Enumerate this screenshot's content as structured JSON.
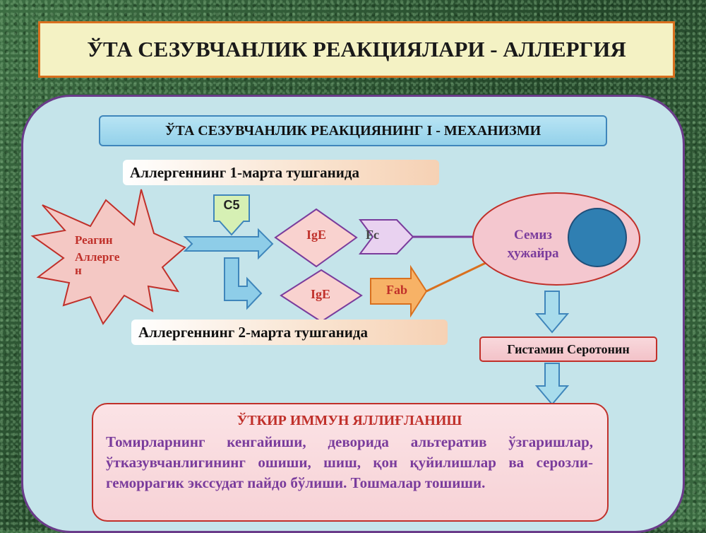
{
  "title": "ЎТА СЕЗУВЧАНЛИК РЕАКЦИЯЛАРИ - АЛЛЕРГИЯ",
  "subtitle": "ЎТА  СЕЗУВЧАНЛИК  РЕАКЦИЯНИНГ  I - МЕХАНИЗМИ",
  "first_exposure": "Аллергеннинг 1-марта тушганида",
  "second_exposure": "Аллергеннинг 2-марта тушганида",
  "reagin": {
    "line1": "Реагин",
    "line2": "Аллерге",
    "line3": "н"
  },
  "c5": "C5",
  "ige_top": "IgE",
  "ige_bottom": "IgE",
  "fc": "Fc",
  "fab": "Fab",
  "mast_cell": {
    "line1": "Семиз",
    "line2": "ҳужайра"
  },
  "mediators": "Гистамин Серотонин",
  "result": {
    "title": "ЎТКИР ИММУН ЯЛЛИҒЛАНИШ",
    "text": "Томирларнинг кенгайиши, деворида альтератив ўзгаришлар, ўтказувчанлигининг ошиши, шиш, қон қуйилишлар ва серозли-геморрагик экссудат пайдо бўлиши. Тошмалар тошиши."
  },
  "colors": {
    "accent_red": "#c0302a",
    "purple": "#7a3c9c",
    "arrow_blue": "#5ab0d8",
    "fab_orange": "#f4a04a",
    "nucleus": "#2f7fb2"
  }
}
